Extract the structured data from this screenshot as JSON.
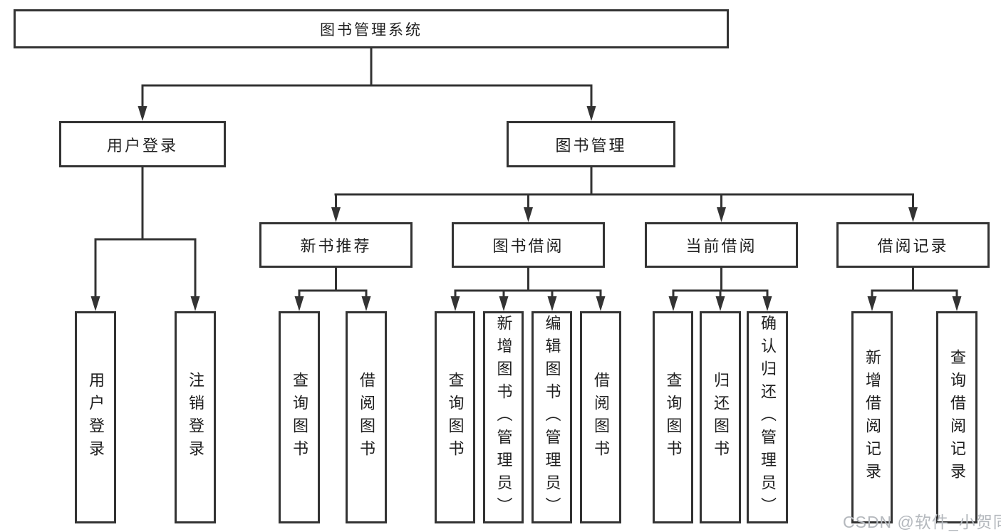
{
  "tree": {
    "root": {
      "label": "图书管理系统"
    },
    "children": [
      {
        "label": "用户登录",
        "children": [
          {
            "label": "用户登录"
          },
          {
            "label": "注销登录"
          }
        ]
      },
      {
        "label": "图书管理",
        "children": [
          {
            "label": "新书推荐",
            "children": [
              {
                "label": "查询图书"
              },
              {
                "label": "借阅图书"
              }
            ]
          },
          {
            "label": "图书借阅",
            "children": [
              {
                "label": "查询图书"
              },
              {
                "label": "新增图书（管理员）"
              },
              {
                "label": "编辑图书（管理员）"
              },
              {
                "label": "借阅图书"
              }
            ]
          },
          {
            "label": "当前借阅",
            "children": [
              {
                "label": "查询图书"
              },
              {
                "label": "归还图书"
              },
              {
                "label": "确认归还（管理员）"
              }
            ]
          },
          {
            "label": "借阅记录",
            "children": [
              {
                "label": "新增借阅记录"
              },
              {
                "label": "查询借阅记录"
              }
            ]
          }
        ]
      }
    ]
  },
  "watermark": {
    "text": "CSDN @软件_小贺同学",
    "color": "#b4b8bd"
  },
  "colors": {
    "line": "#333333",
    "border": "#333333",
    "text": "#1f1f1f",
    "background": "#ffffff"
  }
}
